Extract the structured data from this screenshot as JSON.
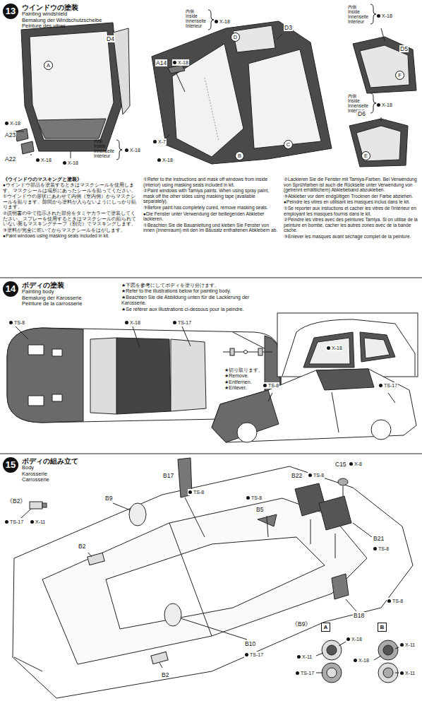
{
  "diagram": {
    "nodes": [
      {
        "text": [
          "13",
          "ウインドウの塗装",
          "Painting windshield",
          "Bemalung der Windschutzscheibe",
          "Peinture des vitres"
        ]
      },
      {
        "text": [
          "14",
          "ボディの塗装",
          "Painting body",
          "Bemalung der Karosserie",
          "Peinture de la carrosserie"
        ]
      },
      {
        "text": [
          "15",
          "ボディの組み立て",
          "Body",
          "Karosserie",
          "Carrosserie"
        ]
      },
      {
        "text": [
          "A"
        ]
      },
      {
        "text": [
          "B"
        ]
      }
    ],
    "labels": [
      "A",
      "D4",
      "X-18",
      "A23",
      "A22",
      "X-18",
      "X-18",
      "内側 Inside Innenseite Intérieur",
      "X-18",
      "A14",
      "X-18",
      "内側 Inside Innenseite Intérieur",
      "X-18",
      "D",
      "D3",
      "X-7",
      "X-18",
      "B",
      "C",
      "内側 Inside Innenseite Intérieur",
      "X-18",
      "D5",
      "F",
      "内側 Inside Innenseite Intérieur",
      "X-18",
      "D6",
      "E",
      "《ウインドウのマスキングと塗装》",
      "●ウインドウ部品を塗装するときはマスクシールを使用します。マスクシールは場所にあったシールを貼ってください。",
      "①ウインドウの形状にあわせて内側（室内側）からマスクシールを貼ります。隙間から塗料が入らないようにしっかり貼ります。",
      "②説明書の中で指示された部分をタミヤカラーで塗装してください。スプレーを使用するときはマスクシールの貼られていない面もマスキングテープ（別売）でマスキングします。",
      "③塗料が完全に乾いてからマスクシールをはがします。",
      "●Paint windows using masking seals included in kit.",
      "①Refer to the instructions and mask off windows from inside (interior) using masking seals included in kit.",
      "②Paint windows with Tamiya paints. When using spray paint, mask off the other sides using masking tape (available separately).",
      "③Before paint has completely cured, remove masking seals.",
      "●Die Fenster unter Verwendung der beiliegenden Abkleber lackieren.",
      "①Beachten Sie die Bauanleitung und kleben Sie Fenster von innen (Innenraum) mit den im Bausatz enthaltenen Abklebern ab.",
      "②Lackieren Sie die Fenster mit Tamiya-Farben. Bei Verwendung von Sprühfarben ist auch die Rückseite unter Verwendung von (getrennt erhältlichem) Abklebeband abzukleben.",
      "③Abkleber vor dem endgültigen Trocknen der Farbe abziehen.",
      "●Peindre les vitres en utilisant les masques inclus dans le kit.",
      "①Se reporter aux instuctions et cacher les vitres de l'intérieur en employant les masques fournis dans le kit.",
      "②Peindre les vitres avec des peintures Tamiya. Si on utilise de la peinture en bombe, cacher les autres zones avec de la bande cache.",
      "③Enlever les masques avant séchage complet de la peinture.",
      "★下図を参考にしてボディを塗り分けます。",
      "★Refer to the illustrations below for painting body.",
      "★Beachten Sie die Abbildung unten für die Lackierung der Karosserie.",
      "★Se référer aux illustrations ci-dessous pour la peindre.",
      "TS-8",
      "X-18",
      "TS-17",
      "★切り取ります。",
      "★Remove.",
      "★Entfernen.",
      "★Enlever.",
      "X-18",
      "TS-8",
      "TS-17",
      "《B2》",
      "TS-17",
      "X-11",
      "B2",
      "B9",
      "B17",
      "TS-8",
      "TS-8",
      "B5",
      "B22",
      "TS-8",
      "C15",
      "X-8",
      "B21",
      "TS-8",
      "TS-8",
      "B18",
      "B10",
      "TS-17",
      "B2",
      "《B9》",
      "X-18",
      "X-11",
      "TS-17",
      "X-11",
      "X-18",
      "X-11"
    ]
  }
}
